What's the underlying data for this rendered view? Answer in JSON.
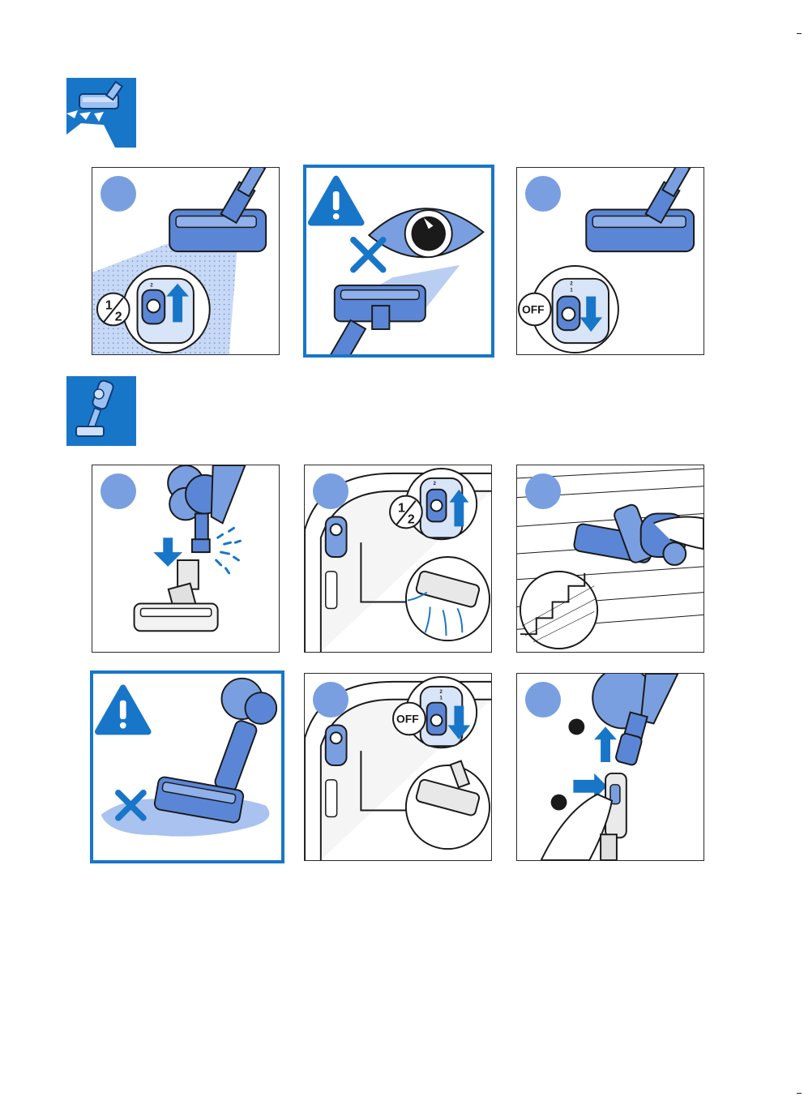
{
  "colors": {
    "accent_blue": "#1876c8",
    "light_blue": "#7a9fe0",
    "device_blue": "#5b86d6",
    "outline": "#1a1a1a"
  },
  "sections": [
    {
      "icon": "floor-nozzle-icon"
    },
    {
      "icon": "handheld-vacuum-icon"
    }
  ],
  "labels": {
    "speed_fraction_top": "1",
    "speed_fraction_bottom": "2",
    "switch_mark_2": "2",
    "switch_mark_1": "1",
    "off_label": "OFF"
  },
  "icons": {
    "warning": "warning-triangle-icon",
    "prohibited": "cross-icon",
    "arrow_up": "arrow-up-icon",
    "arrow_down": "arrow-down-icon"
  }
}
